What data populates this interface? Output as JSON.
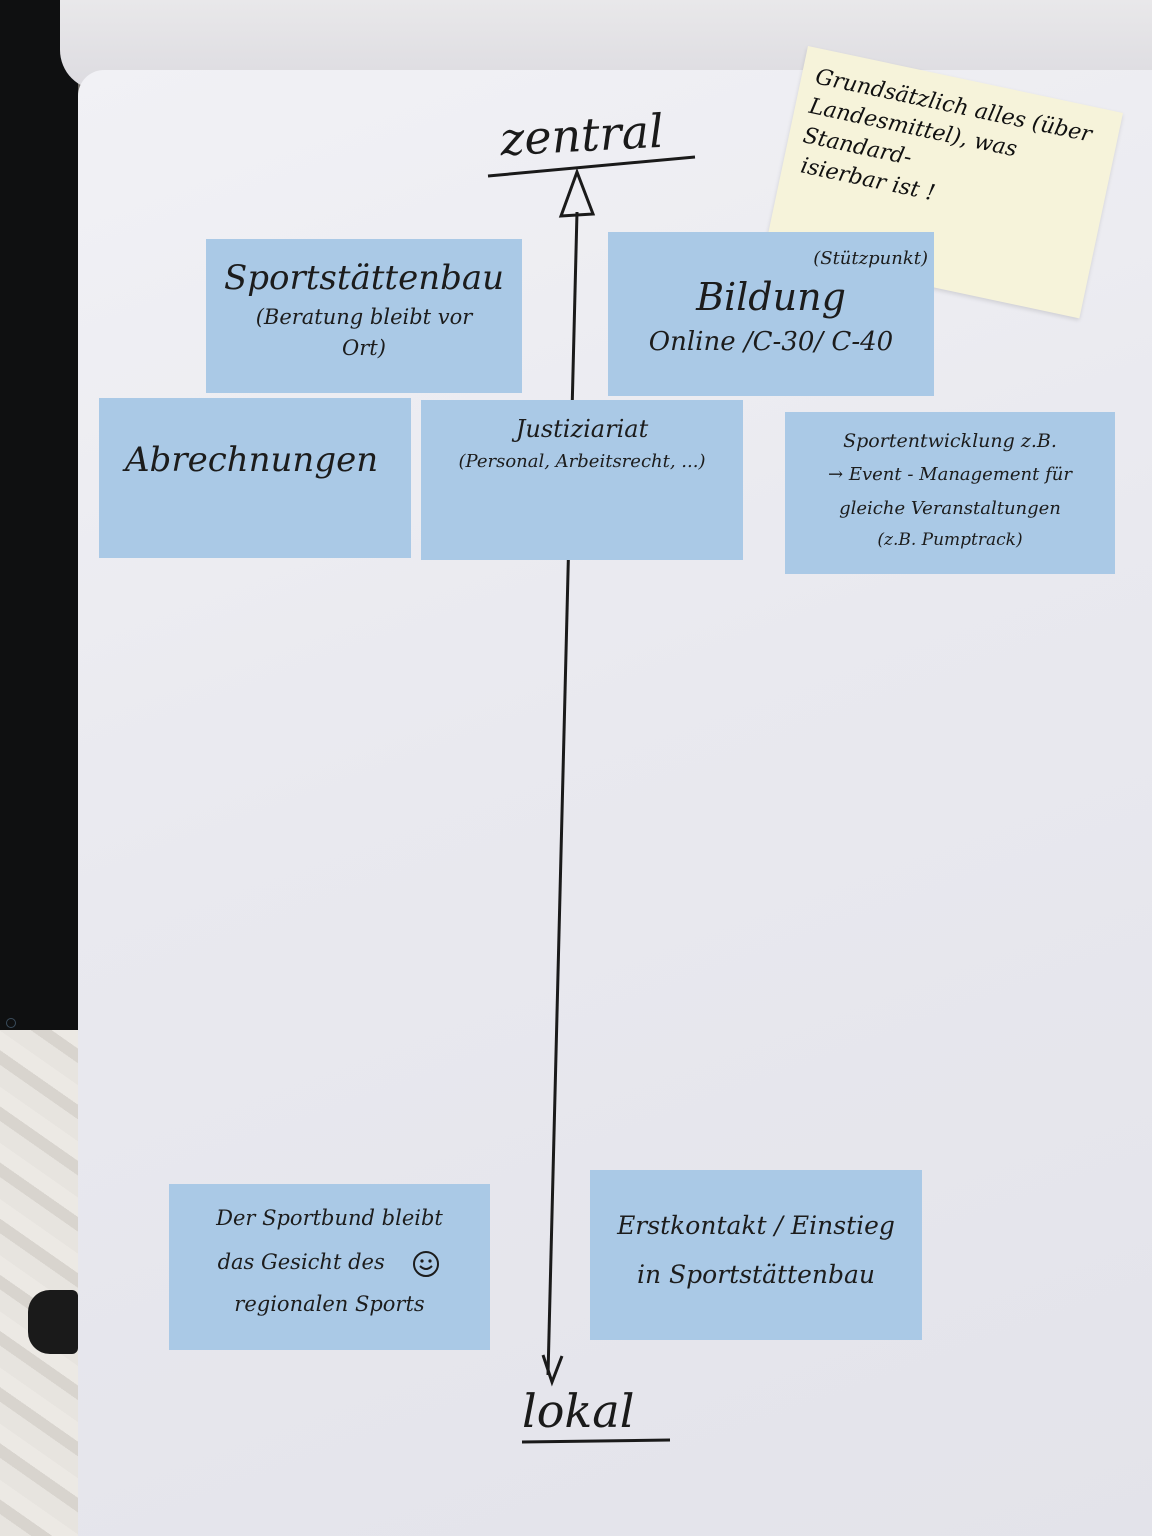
{
  "top_label": "zentral",
  "bottom_label": "lokal",
  "sticky_note": {
    "lines": [
      "Grundsätzlich alles (über",
      "Landesmittel), was Standard-",
      "isierbar ist !"
    ]
  },
  "cards": {
    "sportstaettenbau": {
      "title": "Sportstättenbau",
      "line1": "(Beratung bleibt vor",
      "line2": "Ort)"
    },
    "bildung": {
      "note": "(Stützpunkt)",
      "title": "Bildung",
      "line1": "Online /C-30/ C-40"
    },
    "abrechnungen": {
      "title": "Abrechnungen"
    },
    "justiziariat": {
      "title": "Justiziariat",
      "line1": "(Personal, Arbeitsrecht, ...)"
    },
    "sportentwicklung": {
      "line1": "Sportentwicklung z.B.",
      "line2": "→ Event - Management für",
      "line3": "gleiche Veranstaltungen",
      "line4": "(z.B. Pumptrack)"
    },
    "sportbund": {
      "line1": "Der Sportbund bleibt",
      "line2": "das Gesicht des",
      "line3": "regionalen Sports"
    },
    "erstkontakt": {
      "line1": "Erstkontakt / Einstieg",
      "line2": "in Sportstättenbau"
    }
  },
  "colors": {
    "card_blue": "#aac9e6",
    "sticky_yellow": "#f6f3da",
    "ink": "#1a1a1a"
  }
}
